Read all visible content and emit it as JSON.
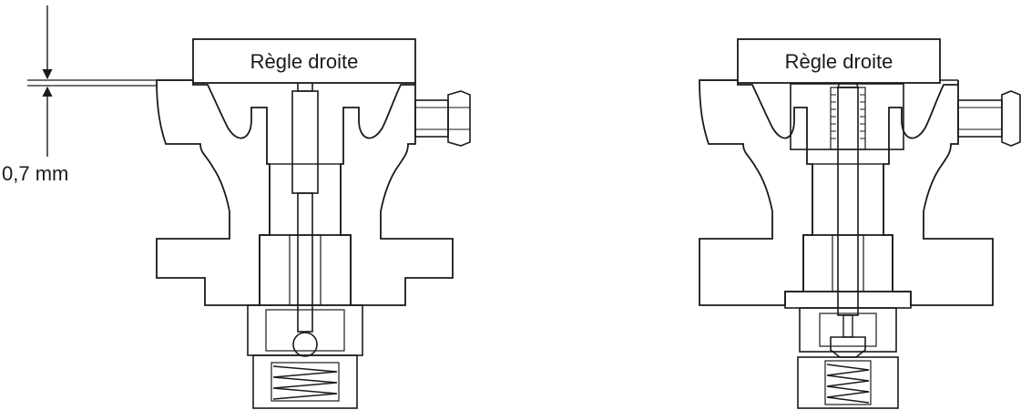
{
  "figure": {
    "left": {
      "ruler_label": "Règle droite",
      "dimension_label": "0,7 mm"
    },
    "right": {
      "ruler_label": "Règle droite"
    }
  },
  "colors": {
    "ink": "#1a1a1a",
    "background": "#ffffff"
  }
}
